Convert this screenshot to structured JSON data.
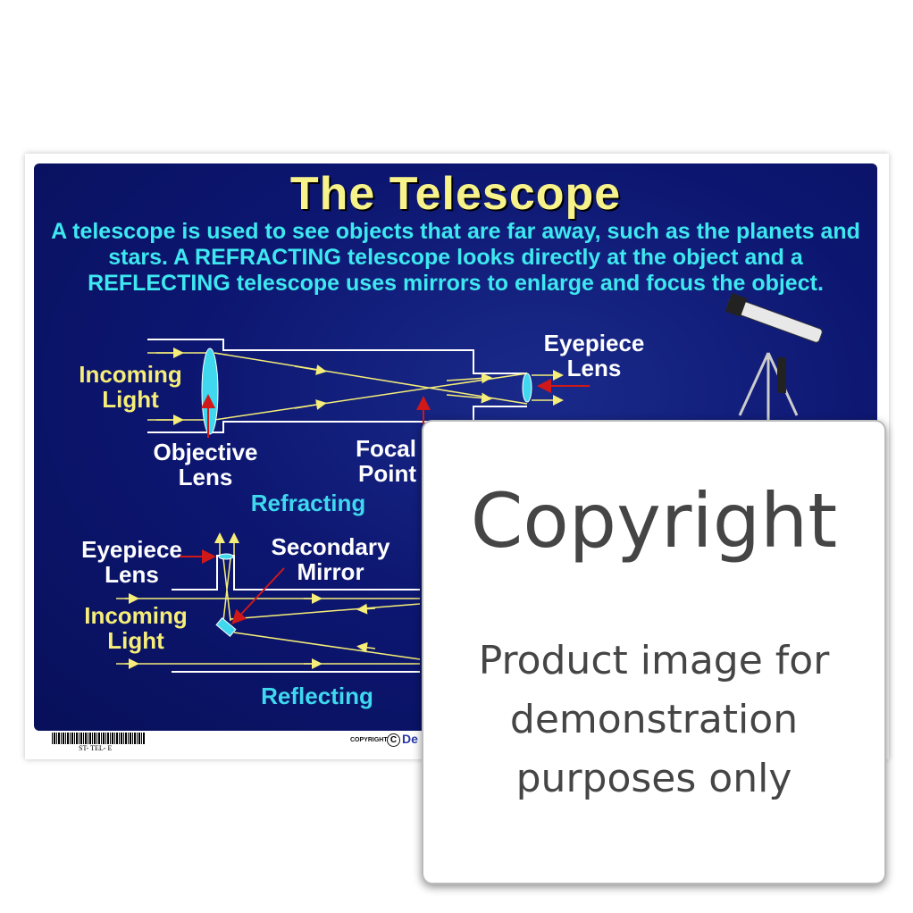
{
  "poster": {
    "title": "The Telescope",
    "description": "A telescope is used to see objects that are far away, such as the planets and stars. A REFRACTING telescope looks directly at the object and a REFLECTING telescope uses mirrors to enlarge and focus the object.",
    "refracting": {
      "incoming_light": [
        "Incoming",
        "Light"
      ],
      "objective_lens": [
        "Objective",
        "Lens"
      ],
      "focal_point": [
        "Focal",
        "Point"
      ],
      "eyepiece_lens": [
        "Eyepiece",
        "Lens"
      ],
      "caption": "Refracting"
    },
    "reflecting": {
      "eyepiece_lens": [
        "Eyepiece",
        "Lens"
      ],
      "secondary_mirror": [
        "Secondary",
        "Mirror"
      ],
      "incoming_light": [
        "Incoming",
        "Light"
      ],
      "caption": "Reflecting"
    },
    "footer": {
      "product_code": "ST- TEL- E",
      "copyright": "COPYRIGHT",
      "copyright_symbol": "C",
      "brand": "De"
    }
  },
  "watermark": {
    "title": "Copyright",
    "subtitle": "Product image for demonstration purposes only"
  },
  "colors": {
    "panel": "#0c1670",
    "title": "#f7f28a",
    "description": "#3ee8f0",
    "ray": "#f6ee78",
    "pointer": "#d01818"
  }
}
